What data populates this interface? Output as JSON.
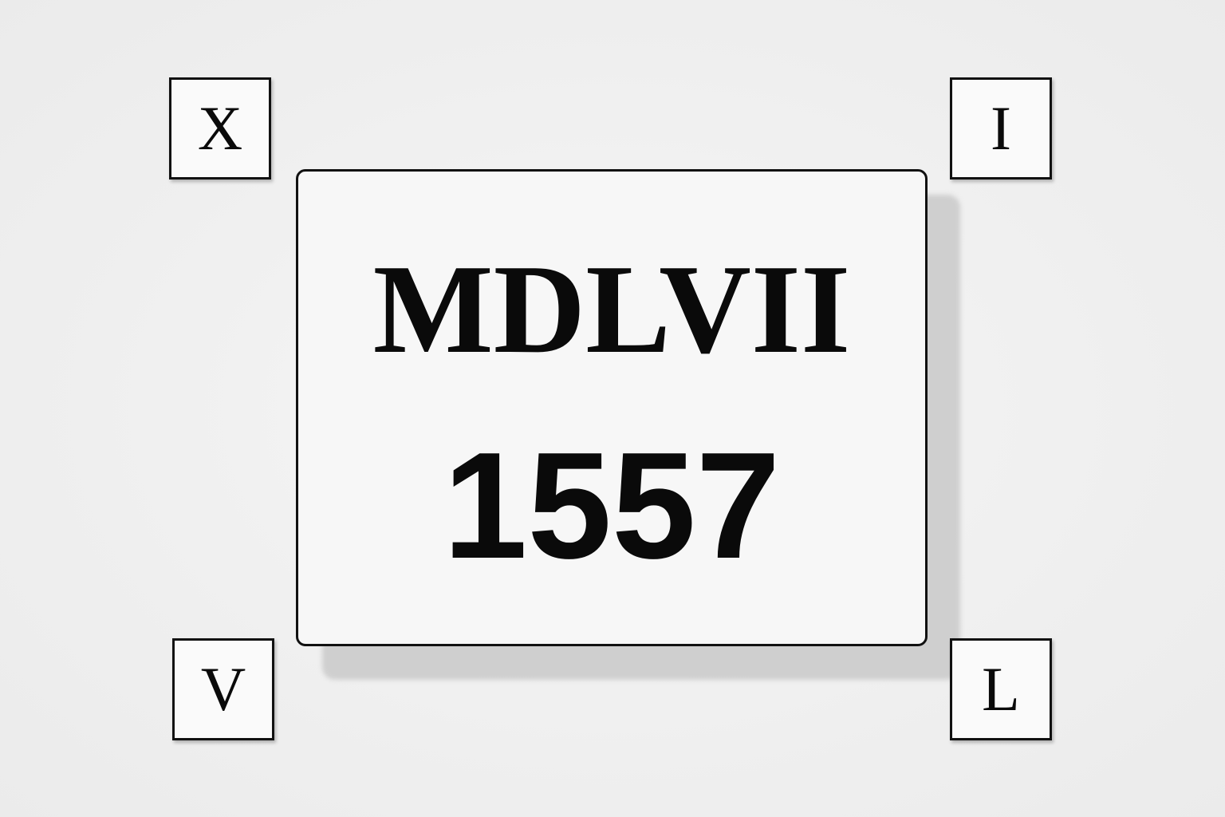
{
  "plaque": {
    "roman_numeral": "MDLVII",
    "arabic_number": "1557"
  },
  "tiles": {
    "top_left": "X",
    "top_right": "I",
    "bottom_left": "V",
    "bottom_right": "L"
  }
}
